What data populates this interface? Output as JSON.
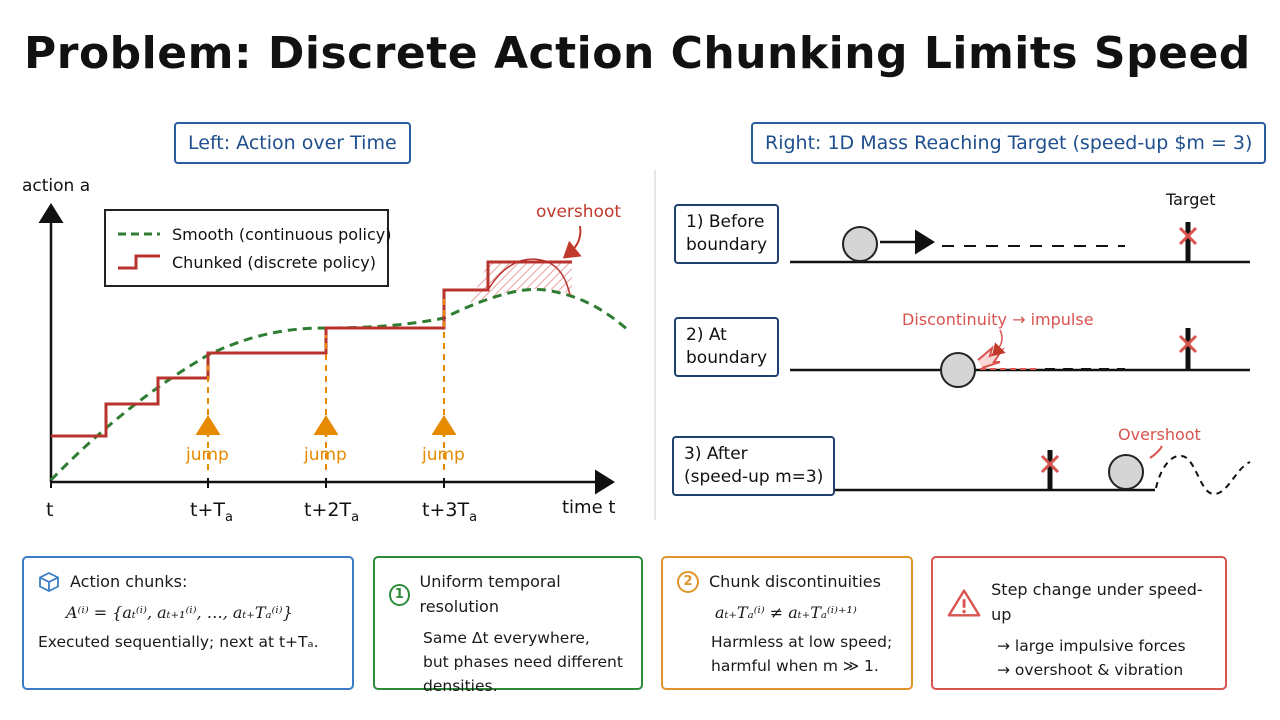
{
  "title": "Problem: Discrete Action Chunking Limits Speed",
  "left_panel": {
    "title": "Left: Action over Time",
    "ylabel": "action a",
    "xlabel": "time t",
    "ticks": [
      "t",
      "t+T",
      "t+2T",
      "t+3T"
    ],
    "tick_subscript": "a",
    "legend": [
      "Smooth (continuous policy)",
      "Chunked (discrete policy)"
    ],
    "annotation": "overshoot",
    "jump_label": "jump",
    "colors": {
      "smooth": "#2e7d32",
      "chunked": "#b8322e",
      "jump": "#e68a00"
    }
  },
  "right_panel": {
    "title": "Right: 1D Mass Reaching Target (speed-up $m = 3)",
    "target_label": "Target",
    "steps": [
      {
        "line1": "1) Before",
        "line2": "boundary"
      },
      {
        "line1": "2) At",
        "line2": "boundary"
      },
      {
        "line1": "3) After",
        "line2": "(speed-up m=3)"
      }
    ],
    "discontinuity_label": "Discontinuity → impulse",
    "overshoot_label": "Overshoot"
  },
  "cards": {
    "c1": {
      "head": "Action chunks:",
      "formula": "A⁽ⁱ⁾ = {aₜ⁽ⁱ⁾, aₜ₊₁⁽ⁱ⁾, …, aₜ₊Tₐ⁽ⁱ⁾}",
      "line": "Executed sequentially; next at t+Tₐ."
    },
    "c2": {
      "badge": "1",
      "head": "Uniform temporal resolution",
      "line1": "Same Δt everywhere,",
      "line2": "but phases need different",
      "line3": "densities."
    },
    "c3": {
      "badge": "2",
      "head": "Chunk discontinuities",
      "formula": "aₜ₊Tₐ⁽ⁱ⁾ ≠ aₜ₊Tₐ⁽ⁱ⁾⁺¹⁾",
      "line1": "Harmless at low speed;",
      "line2": "harmful when m ≫ 1."
    },
    "c4": {
      "head": "Step change under speed-up",
      "line1": "→ large impulsive forces",
      "line2": "→ overshoot & vibration"
    }
  }
}
